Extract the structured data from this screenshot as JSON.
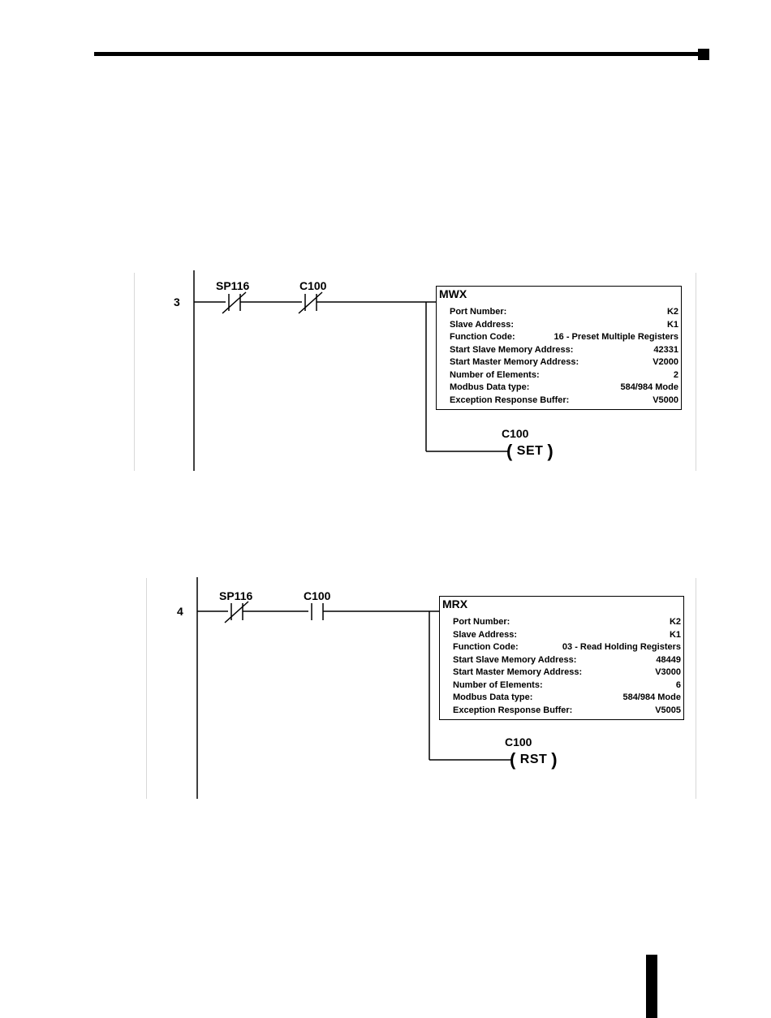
{
  "rungs": [
    {
      "number": "3",
      "contacts": [
        {
          "label": "SP116",
          "type": "normally-closed"
        },
        {
          "label": "C100",
          "type": "normally-closed"
        }
      ],
      "instruction": {
        "name": "MWX",
        "params": [
          {
            "label": "Port Number:",
            "value": "K2"
          },
          {
            "label": "Slave Address:",
            "value": "K1"
          },
          {
            "label": "Function Code:",
            "value": "16 - Preset Multiple Registers"
          },
          {
            "label": "Start Slave Memory Address:",
            "value": "42331"
          },
          {
            "label": "Start Master Memory Address:",
            "value": "V2000"
          },
          {
            "label": "Number of Elements:",
            "value": "2"
          },
          {
            "label": "Modbus Data type:",
            "value": "584/984 Mode"
          },
          {
            "label": "Exception Response Buffer:",
            "value": "V5000"
          }
        ]
      },
      "coil": {
        "label": "C100",
        "action": "SET"
      }
    },
    {
      "number": "4",
      "contacts": [
        {
          "label": "SP116",
          "type": "normally-closed"
        },
        {
          "label": "C100",
          "type": "normally-open"
        }
      ],
      "instruction": {
        "name": "MRX",
        "params": [
          {
            "label": "Port Number:",
            "value": "K2"
          },
          {
            "label": "Slave Address:",
            "value": "K1"
          },
          {
            "label": "Function Code:",
            "value": "03 - Read Holding Registers"
          },
          {
            "label": "Start Slave Memory Address:",
            "value": "48449"
          },
          {
            "label": "Start Master Memory Address:",
            "value": "V3000"
          },
          {
            "label": "Number of Elements:",
            "value": "6"
          },
          {
            "label": "Modbus Data type:",
            "value": "584/984 Mode"
          },
          {
            "label": "Exception Response Buffer:",
            "value": "V5005"
          }
        ]
      },
      "coil": {
        "label": "C100",
        "action": "RST"
      }
    }
  ]
}
